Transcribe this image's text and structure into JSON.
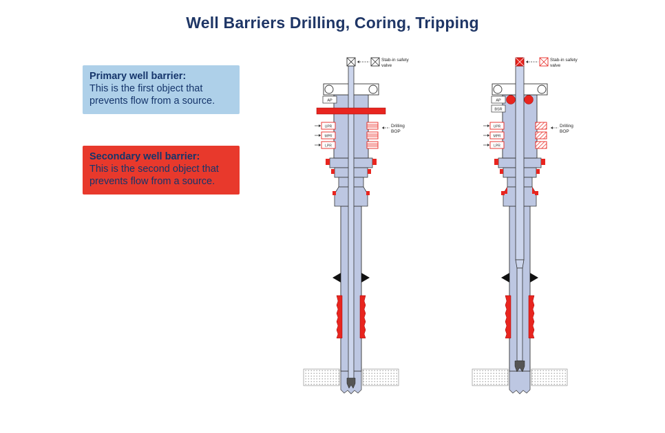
{
  "title": "Well Barriers Drilling, Coring, Tripping",
  "legend": {
    "primary": {
      "heading": "Primary well barrier:",
      "body": "This is the first object that prevents flow from a source."
    },
    "secondary": {
      "heading": "Secondary well barrier:",
      "body": "This is the second object that prevents flow from a source."
    }
  },
  "labels": {
    "stab_in": [
      "Stab-in safety",
      "valve"
    ],
    "bop": [
      "Drilling",
      "BOP"
    ]
  },
  "diagrams": {
    "d1": {
      "stack": [
        "AP",
        "UPR",
        "MPR",
        "LPR"
      ]
    },
    "d2": {
      "stack": [
        "AP",
        "BSR",
        "UPR",
        "MPR",
        "LPR"
      ]
    }
  },
  "colors": {
    "title_navy": "#1f3666",
    "legend_blue_bg": "#aed0e9",
    "barrier_red": "#e8251f",
    "diagram_blue": "#bdc7e2"
  }
}
